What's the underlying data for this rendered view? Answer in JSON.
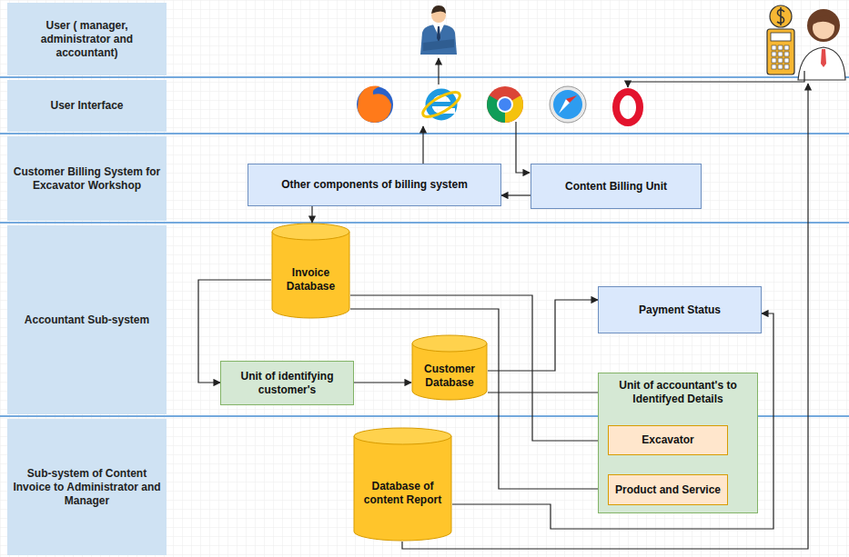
{
  "diagram": {
    "nodes": [
      {
        "text": [
          "User ( manager, administrator and accountant)"
        ]
      },
      {
        "text": [
          "User Interface"
        ]
      },
      {
        "text": [
          "Customer Billing System for Excavator Workshop"
        ]
      },
      {
        "text": [
          "Accountant Sub-system"
        ]
      },
      {
        "text": [
          "Sub-system of Content Invoice to Administrator and Manager"
        ]
      },
      {
        "text": [
          "Other components of billing system"
        ]
      },
      {
        "text": [
          "Content Billing Unit"
        ]
      },
      {
        "text": [
          "Invoice Database"
        ]
      },
      {
        "text": [
          "Payment Status"
        ]
      },
      {
        "text": [
          "Unit of identifying customer's"
        ]
      },
      {
        "text": [
          "Customer Database"
        ]
      },
      {
        "text": [
          "Unit of accountant's to Identifyed Details"
        ]
      },
      {
        "text": [
          "Excavator"
        ],
        "in": 11
      },
      {
        "text": [
          "Product and Service"
        ],
        "in": 11
      },
      {
        "text": [
          "Database of content Report"
        ]
      }
    ],
    "edges": [
      {
        "from": 6,
        "to": 5,
        "arrow": "to"
      },
      {
        "from": 5,
        "to": 7,
        "arrow": "to"
      },
      {
        "from": 7,
        "to": 9,
        "arrow": "to"
      },
      {
        "from": 9,
        "to": 10,
        "arrow": "to"
      },
      {
        "from": 10,
        "to": 8,
        "arrow": "to"
      },
      {
        "from": 10,
        "to": 11,
        "arrow": "none"
      },
      {
        "from": 7,
        "to": 12,
        "arrow": "to"
      },
      {
        "from": 7,
        "to": 13,
        "arrow": "to"
      },
      {
        "from": 12,
        "to": 13,
        "arrow": "to"
      },
      {
        "from": 14,
        "to": 8,
        "arrow": "to"
      }
    ]
  }
}
